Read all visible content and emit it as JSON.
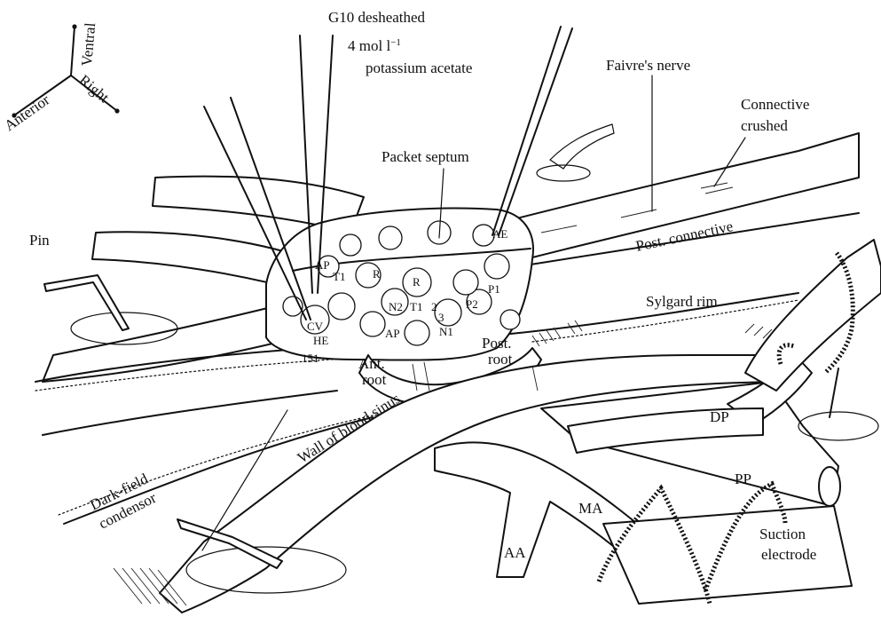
{
  "orientation": {
    "ventral": "Ventral",
    "anterior": "Anterior",
    "right": "Right"
  },
  "labels": {
    "g10": "G10 desheathed",
    "solution_line1": "4 mol l",
    "solution_exp": "−1",
    "solution_line2": "potassium acetate",
    "faivre": "Faivre's nerve",
    "connective_1": "Connective",
    "connective_2": "crushed",
    "packet_septum": "Packet septum",
    "pin": "Pin",
    "post_connective": "Post. connective",
    "sylgard_rim": "Sylgard rim",
    "post_root_1": "Post.",
    "post_root_2": "root",
    "ant_root_1": "Ant.",
    "ant_root_2": "root",
    "wall_blood_sinus": "Wall of blood sinus",
    "dark_field_1": "Dark-field",
    "dark_field_2": "condensor",
    "dp": "DP",
    "pp": "PP",
    "ma": "MA",
    "aa": "AA",
    "suction_1": "Suction",
    "suction_2": "electrode"
  },
  "ganglion_cells": {
    "ae": "AE",
    "ap_top": "AP",
    "t1_left": "T1",
    "r_left": "R",
    "r_right": "R",
    "p1": "P1",
    "cv": "CV",
    "n2": "N2",
    "t1_mid": "T1",
    "num2": "2",
    "num3": "3",
    "p2": "P2",
    "he": "HE",
    "ap_bottom": "AP",
    "n1": "N1",
    "c151": "151"
  }
}
